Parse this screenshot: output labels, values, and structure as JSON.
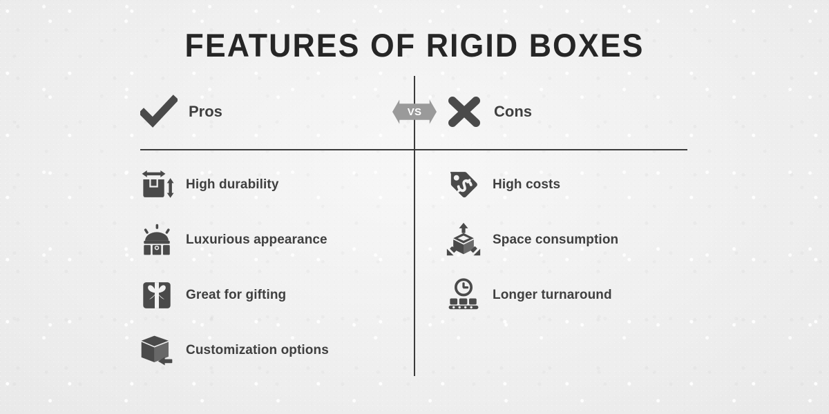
{
  "title": "FEATURES OF RIGID BOXES",
  "center_badge": {
    "label": "VS",
    "icon": "vs-arrows-badge",
    "color": "#9a9a9a",
    "text_color": "#ffffff"
  },
  "colors": {
    "background": "#f1f1f1",
    "icon": "#4a4a4a",
    "text": "#3f3f3f",
    "title": "#262626",
    "divider": "#3a3a3a"
  },
  "columns": {
    "pros": {
      "heading": "Pros",
      "heading_icon": "check-mark-icon",
      "items": [
        {
          "label": "High durability",
          "icon": "box-dimensions-icon"
        },
        {
          "label": "Luxurious appearance",
          "icon": "treasure-chest-icon"
        },
        {
          "label": "Great for gifting",
          "icon": "gift-box-icon"
        },
        {
          "label": "Customization options",
          "icon": "cube-arrow-icon"
        }
      ]
    },
    "cons": {
      "heading": "Cons",
      "heading_icon": "cross-mark-icon",
      "items": [
        {
          "label": "High costs",
          "icon": "price-tag-dollar-icon"
        },
        {
          "label": "Space consumption",
          "icon": "cube-expand-arrows-icon"
        },
        {
          "label": "Longer turnaround",
          "icon": "conveyor-belt-clock-icon"
        }
      ]
    }
  }
}
